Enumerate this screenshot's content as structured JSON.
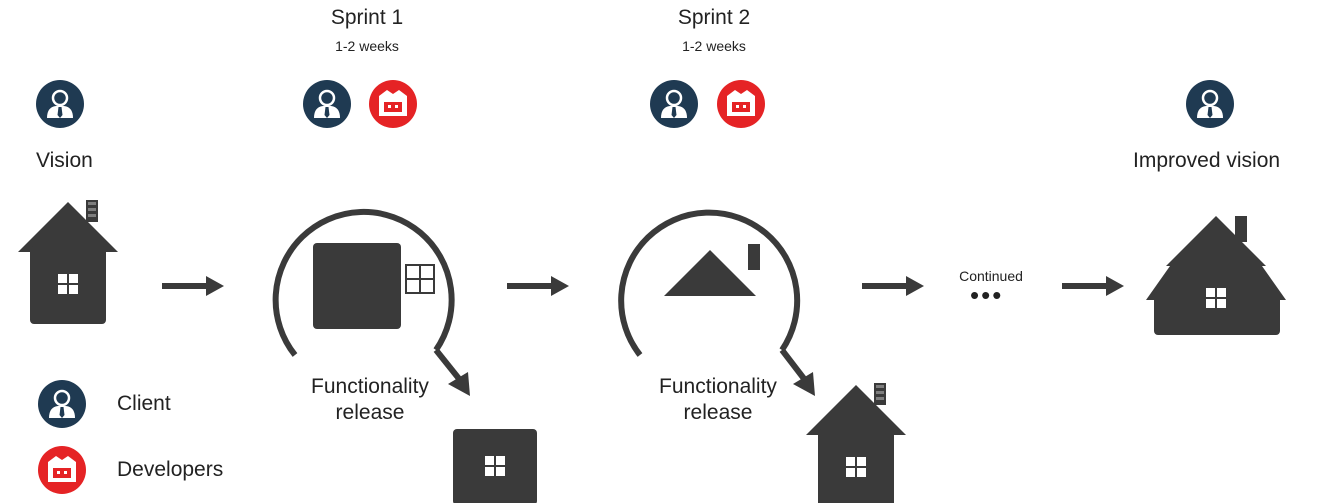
{
  "vision_label": "Vision",
  "improved_vision_label": "Improved vision",
  "sprints": [
    {
      "title": "Sprint 1",
      "duration": "1-2 weeks",
      "release_label": "Functionality\nrelease"
    },
    {
      "title": "Sprint 2",
      "duration": "1-2 weeks",
      "release_label": "Functionality\nrelease"
    }
  ],
  "continued_label": "Continued",
  "continued_dots": "•••",
  "legend": {
    "client_label": "Client",
    "developers_label": "Developers"
  },
  "colors": {
    "client": "#1f3a52",
    "developers": "#e52325",
    "house": "#3a3a3a"
  },
  "icons": {
    "client": "person-tie-icon",
    "developers": "team-icon"
  }
}
